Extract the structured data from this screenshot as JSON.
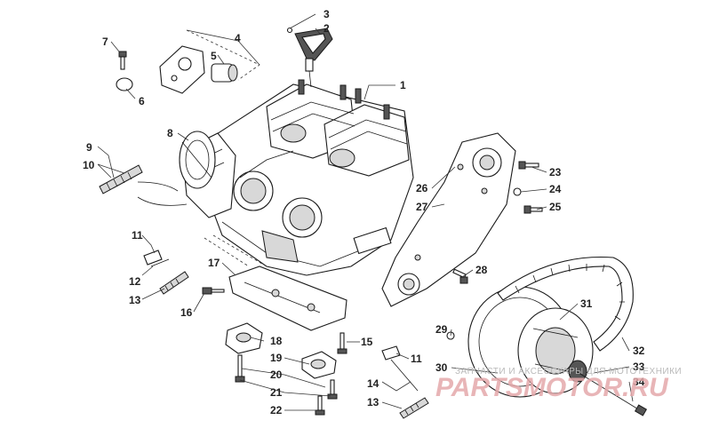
{
  "callouts": {
    "c1": "1",
    "c2": "2",
    "c3": "3",
    "c4": "4",
    "c5": "5",
    "c6": "6",
    "c7": "7",
    "c8": "8",
    "c9": "9",
    "c10": "10",
    "c11a": "11",
    "c11b": "11",
    "c12": "12",
    "c13a": "13",
    "c13b": "13",
    "c14": "14",
    "c15": "15",
    "c16": "16",
    "c17": "17",
    "c18": "18",
    "c19": "19",
    "c20": "20",
    "c21": "21",
    "c22": "22",
    "c23": "23",
    "c24": "24",
    "c25": "25",
    "c26": "26",
    "c27": "27",
    "c28": "28",
    "c29": "29",
    "c30": "30",
    "c31": "31",
    "c32": "32",
    "c33": "33",
    "c34": "34"
  },
  "watermark": {
    "caption": "ЗАПЧАСТИ И АКСЕССУАРЫ ДЛЯ МОТОТЕХНИКИ",
    "brand": "PARTSMOTOR.RU"
  }
}
